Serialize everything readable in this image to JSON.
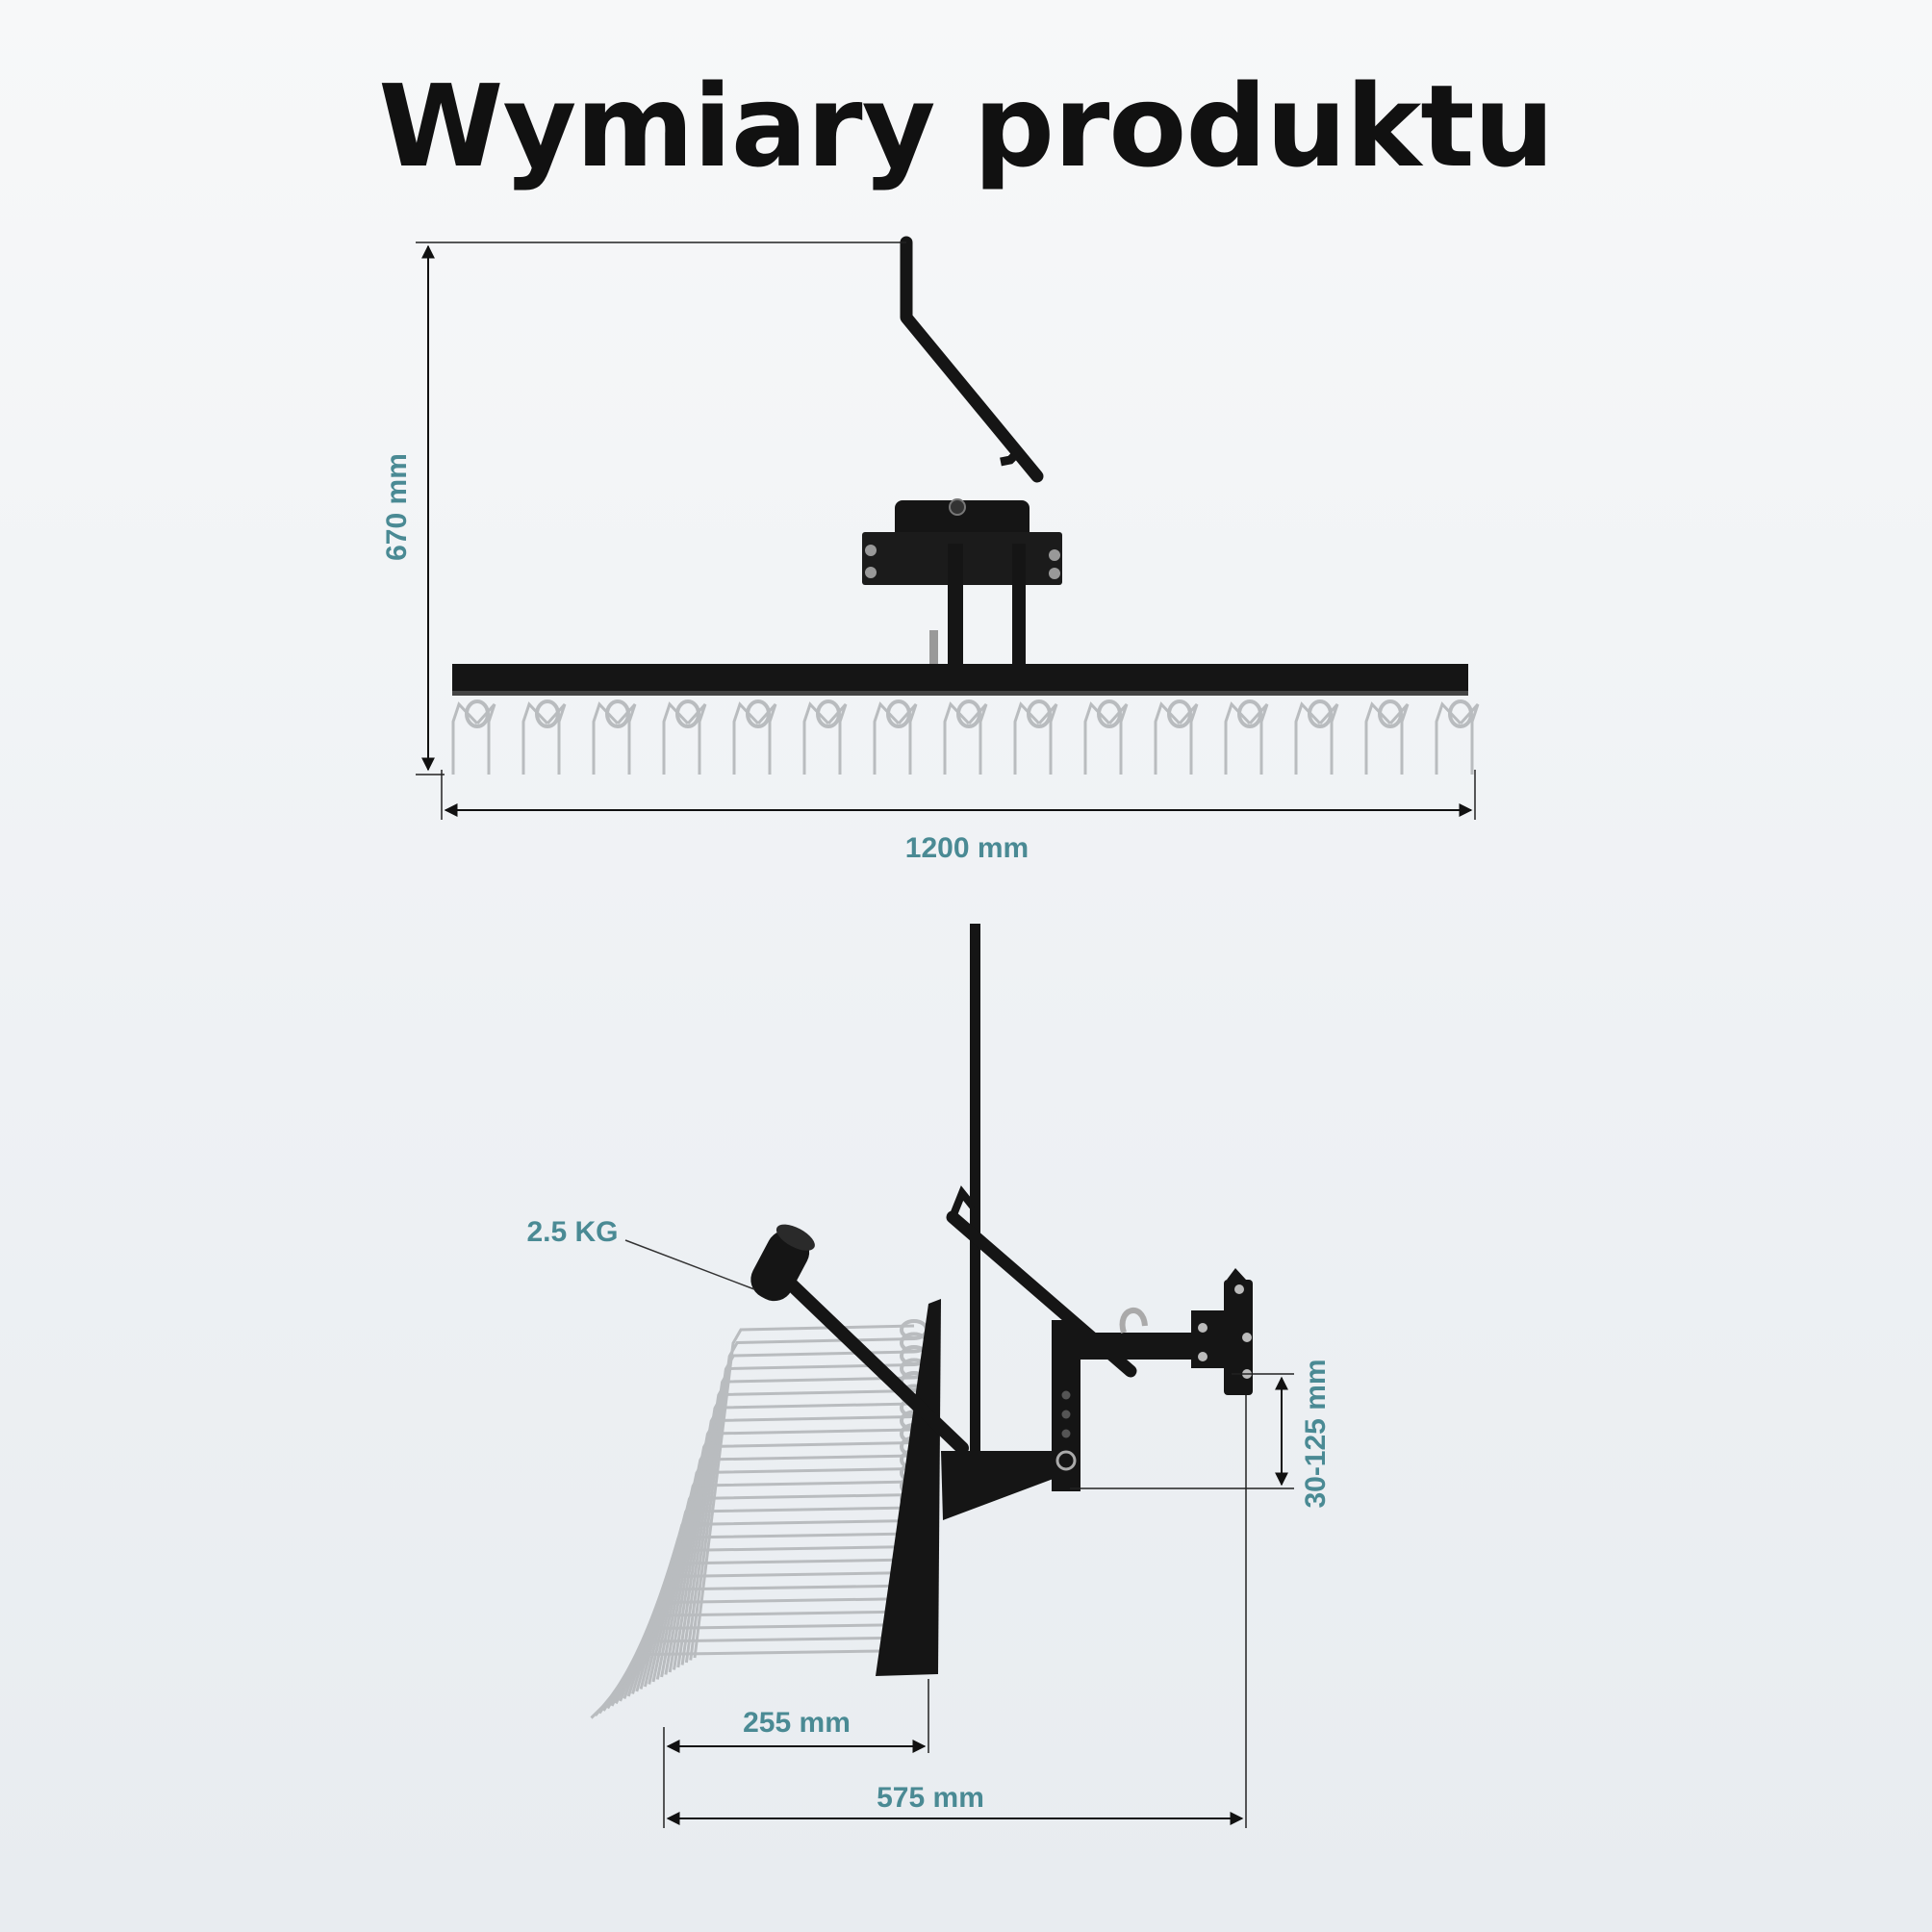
{
  "title": "Wymiary produktu",
  "colors": {
    "accent": "#4a8a94",
    "frame": "#151515",
    "tines": "#b9bcbf",
    "dimension_line": "#1a1a1a"
  },
  "dimensions": {
    "height": "670 mm",
    "width": "1200 mm",
    "weight": "2.5 KG",
    "adjustment": "30-125 mm",
    "tine_depth": "255 mm",
    "length": "575 mm"
  }
}
